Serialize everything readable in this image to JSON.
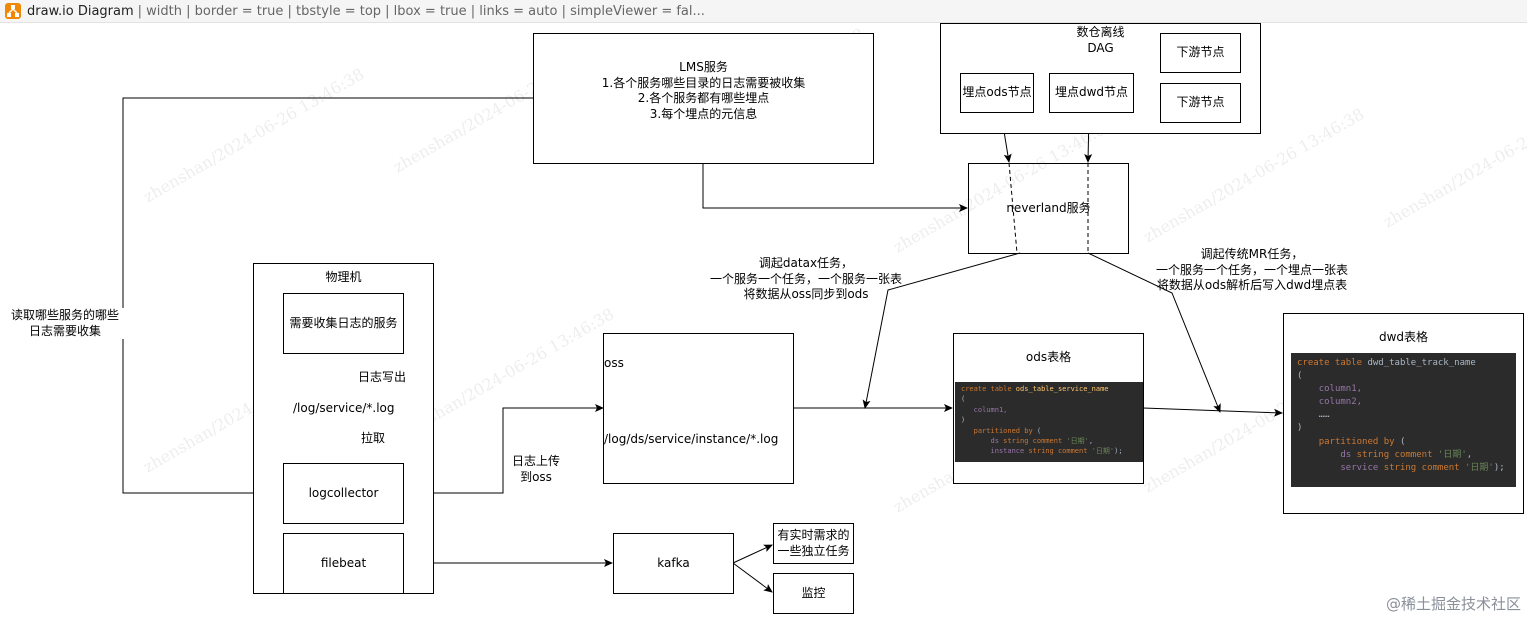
{
  "title_bar": {
    "app_name": "draw.io Diagram",
    "params": "| width | border = true | tbstyle = top | lbox = true | links = auto | simpleViewer = fal..."
  },
  "nodes": {
    "lms": "LMS服务\n1.各个服务哪些目录的日志需要被收集\n2.各个服务都有哪些埋点\n3.每个埋点的元信息",
    "dag_title": "数仓离线\nDAG",
    "ods_node": "埋点ods节点",
    "dwd_node": "埋点dwd节点",
    "downstream_1": "下游节点",
    "downstream_2": "下游节点",
    "neverland": "neverland服务",
    "physical": "物理机",
    "service_collect": "需要收集日志的服务",
    "log_write": "日志写出",
    "log_path": "/log/service/*.log",
    "pull": "拉取",
    "logcollector": "logcollector",
    "filebeat": "filebeat",
    "oss": "oss",
    "oss_path": "/log/ds/service/instance/*.log",
    "upload": "日志上传\n到oss",
    "kafka": "kafka",
    "realtime": "有实时需求的\n一些独立任务",
    "monitor": "监控",
    "ods_table": "ods表格",
    "dwd_table": "dwd表格",
    "read_services": "读取哪些服务的哪些\n日志需要收集",
    "datax": "调起datax任务，\n一个服务一个任务，一个服务一张表\n将数据从oss同步到ods",
    "mr": "调起传统MR任务，\n一个服务一个任务，一个埋点一张表\n将数据从ods解析后写入dwd埋点表"
  },
  "ods_code": {
    "line1_kw": "create table",
    "line1_name": "ods_table_service_name",
    "line2": "(",
    "line3": "column1,",
    "line4": ")",
    "line5_kw": "partitioned by",
    "line5_rest": "(",
    "line6_name": "ds",
    "line6_kw": "string comment",
    "line6_str": "'日期'",
    "line6_end": ",",
    "line7_name": "instance",
    "line7_kw": "string comment",
    "line7_str": "'日期'",
    "line7_end": ");"
  },
  "dwd_code": {
    "line1_kw": "create table",
    "line1_name": "dwd_table_track_name",
    "line2": "(",
    "line3": "column1,",
    "line4": "column2,",
    "line5": "……",
    "line6": ")",
    "line7_kw": "partitioned by",
    "line7_rest": "(",
    "line8_name": "ds",
    "line8_kw": "string comment",
    "line8_str": "'日期'",
    "line8_end": ",",
    "line9_name": "service",
    "line9_kw": "string comment",
    "line9_str": "'日期'",
    "line9_end": ");"
  },
  "watermark": "zhenshan/2024-06-26 13:46:38",
  "corner_mark": "@稀土掘金技术社区",
  "colors": {
    "code_bg": "#2b2b2b",
    "keyword": "#cc7832",
    "string": "#6a8759",
    "title_bar_bg": "#f5f5f5"
  }
}
